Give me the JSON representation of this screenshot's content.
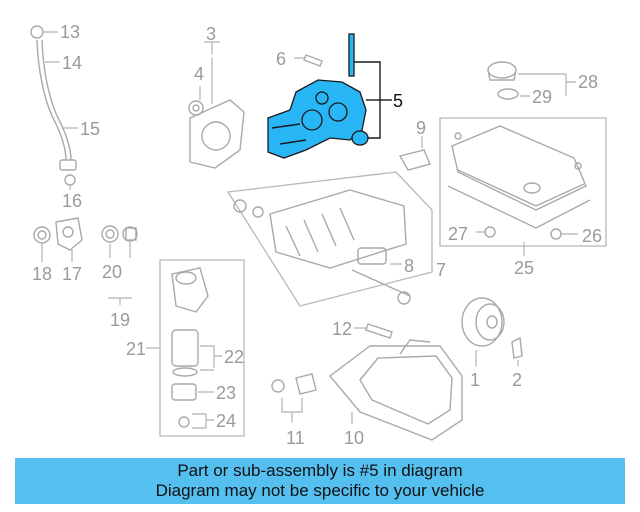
{
  "callouts": {
    "n1": "1",
    "n2": "2",
    "n3": "3",
    "n4": "4",
    "n5": "5",
    "n6": "6",
    "n7": "7",
    "n8": "8",
    "n9": "9",
    "n10": "10",
    "n11": "11",
    "n12": "12",
    "n13": "13",
    "n14": "14",
    "n15": "15",
    "n16": "16",
    "n17": "17",
    "n18": "18",
    "n19": "19",
    "n20": "20",
    "n21": "21",
    "n22": "22",
    "n23": "23",
    "n24": "24",
    "n25": "25",
    "n26": "26",
    "n27": "27",
    "n28": "28",
    "n29": "29"
  },
  "highlight": {
    "part_number": "5",
    "color": "#29b6f6"
  },
  "banner": {
    "line1": "Part or sub-assembly is #5 in diagram",
    "line2": "Diagram may not be specific to your vehicle",
    "color": "#55bff0"
  }
}
